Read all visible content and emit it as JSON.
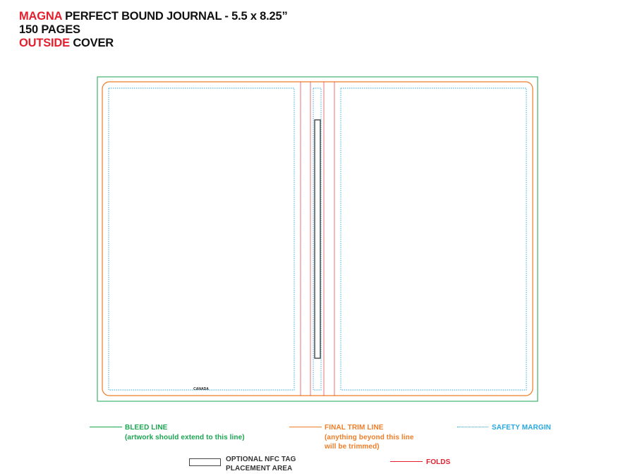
{
  "header": {
    "brand": "MAGNA",
    "title_rest": " PERFECT BOUND JOURNAL - 5.5 x 8.25”",
    "pages": "150 PAGES",
    "side_highlight": "OUTSIDE",
    "side_rest": " COVER"
  },
  "template": {
    "back_cover_label": "CANADA"
  },
  "legend": {
    "bleed": {
      "title": "BLEED LINE",
      "note": "(artwork should extend to this line)"
    },
    "trim": {
      "title": "FINAL TRIM LINE",
      "note_line1": "(anything beyond this line",
      "note_line2": "will be trimmed)"
    },
    "safety": {
      "title": "SAFETY MARGIN"
    },
    "nfc": {
      "line1": "OPTIONAL NFC TAG",
      "line2": "PLACEMENT AREA"
    },
    "folds": {
      "title": "FOLDS"
    }
  },
  "colors": {
    "bleed": "#1aa550",
    "trim": "#f07d28",
    "safety": "#28a8e0",
    "folds": "#e4202e",
    "nfc": "#444444",
    "brand_red": "#e4202e"
  }
}
